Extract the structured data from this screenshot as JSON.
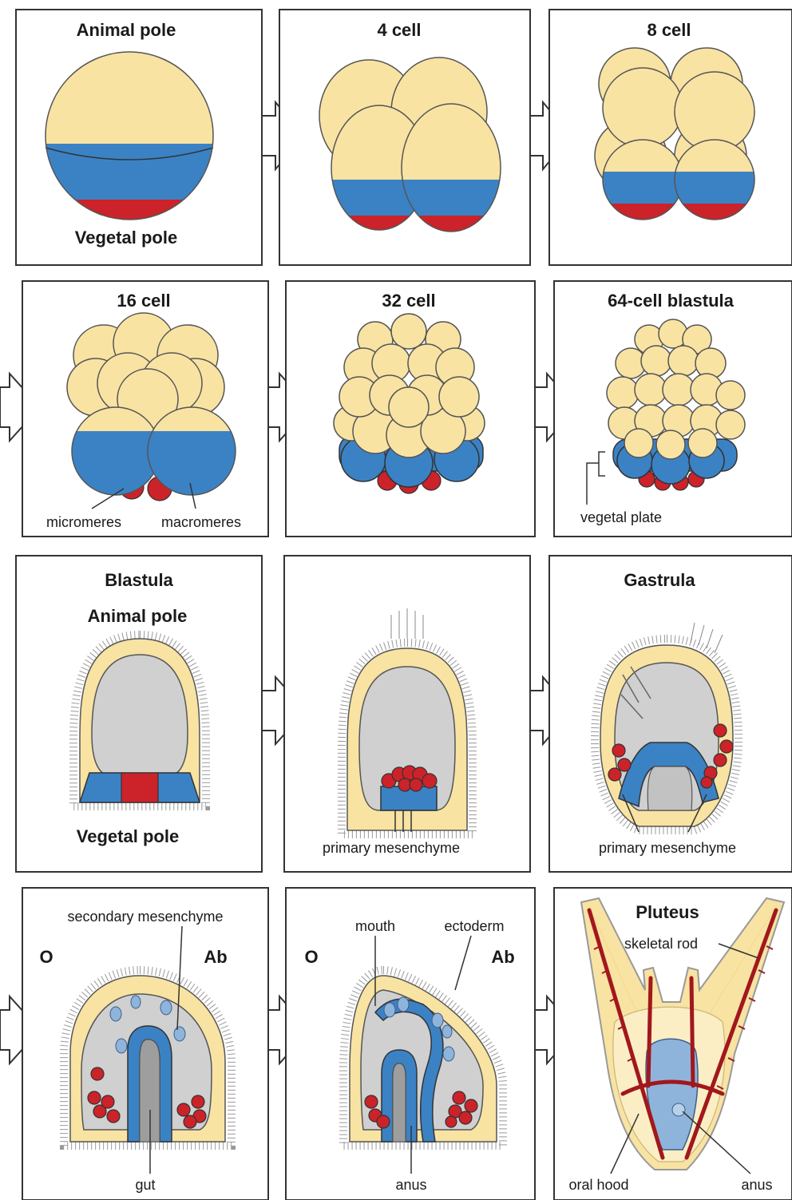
{
  "panels": {
    "p1": {
      "top": "Animal pole",
      "bottom": "Vegetal pole"
    },
    "p2": {
      "title": "4 cell"
    },
    "p3": {
      "title": "8 cell"
    },
    "p4": {
      "title": "16 cell",
      "label_left": "micromeres",
      "label_right": "macromeres"
    },
    "p5": {
      "title": "32 cell"
    },
    "p6": {
      "title": "64-cell blastula",
      "label": "vegetal plate"
    },
    "p7": {
      "title": "Blastula",
      "top": "Animal pole",
      "bottom": "Vegetal pole"
    },
    "p8": {
      "label": "primary mesenchyme"
    },
    "p9": {
      "title": "Gastrula",
      "label": "primary mesenchyme"
    },
    "p10": {
      "label_top": "secondary mesenchyme",
      "left": "O",
      "right": "Ab",
      "bottom": "gut"
    },
    "p11": {
      "label_mouth": "mouth",
      "label_ecto": "ectoderm",
      "left": "O",
      "right": "Ab",
      "bottom": "anus"
    },
    "p12": {
      "title": "Pluteus",
      "label_rod": "skeletal rod",
      "label_hood": "oral hood",
      "label_anus": "anus"
    }
  },
  "colors": {
    "yolk": "#f8e3a3",
    "ectoderm_blue": "#3b82c4",
    "micromere_red": "#cc2229",
    "blastocoel_gray": "#d0d0d0"
  }
}
